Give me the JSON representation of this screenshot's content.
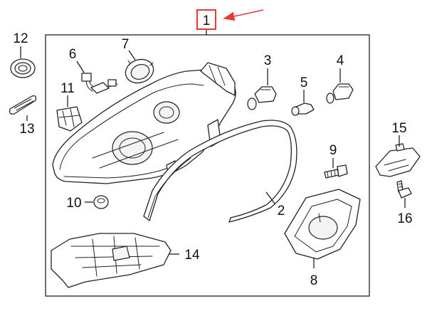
{
  "diagram": {
    "callouts": {
      "c1": "1",
      "c2": "2",
      "c3": "3",
      "c4": "4",
      "c5": "5",
      "c6": "6",
      "c7": "7",
      "c8": "8",
      "c9": "9",
      "c10": "10",
      "c11": "11",
      "c12": "12",
      "c13": "13",
      "c14": "14",
      "c15": "15",
      "c16": "16"
    },
    "colors": {
      "line": "#222222",
      "highlight": "#e53935",
      "background": "#ffffff"
    }
  }
}
